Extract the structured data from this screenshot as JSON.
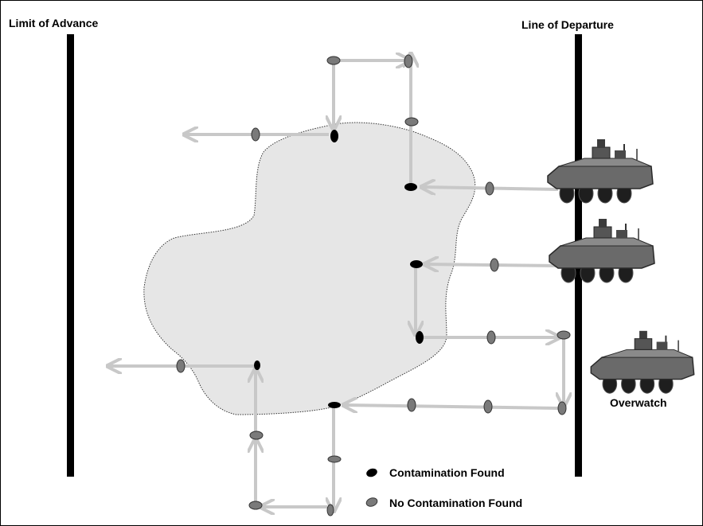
{
  "labels": {
    "limit_of_advance": "Limit of Advance",
    "line_of_departure": "Line of Departure",
    "overwatch": "Overwatch"
  },
  "legend": {
    "contamination_found": "Contamination Found",
    "no_contamination_found": "No Contamination Found"
  },
  "colors": {
    "contaminated_area": "#e6e6e6",
    "arrow": "#c8c8c8",
    "marker_found": "#000000",
    "marker_none": "#7a7a7a",
    "boundary_line": "#000000"
  },
  "vehicles": [
    {
      "role": "recon-vehicle-1"
    },
    {
      "role": "recon-vehicle-2"
    },
    {
      "role": "overwatch-vehicle"
    }
  ]
}
